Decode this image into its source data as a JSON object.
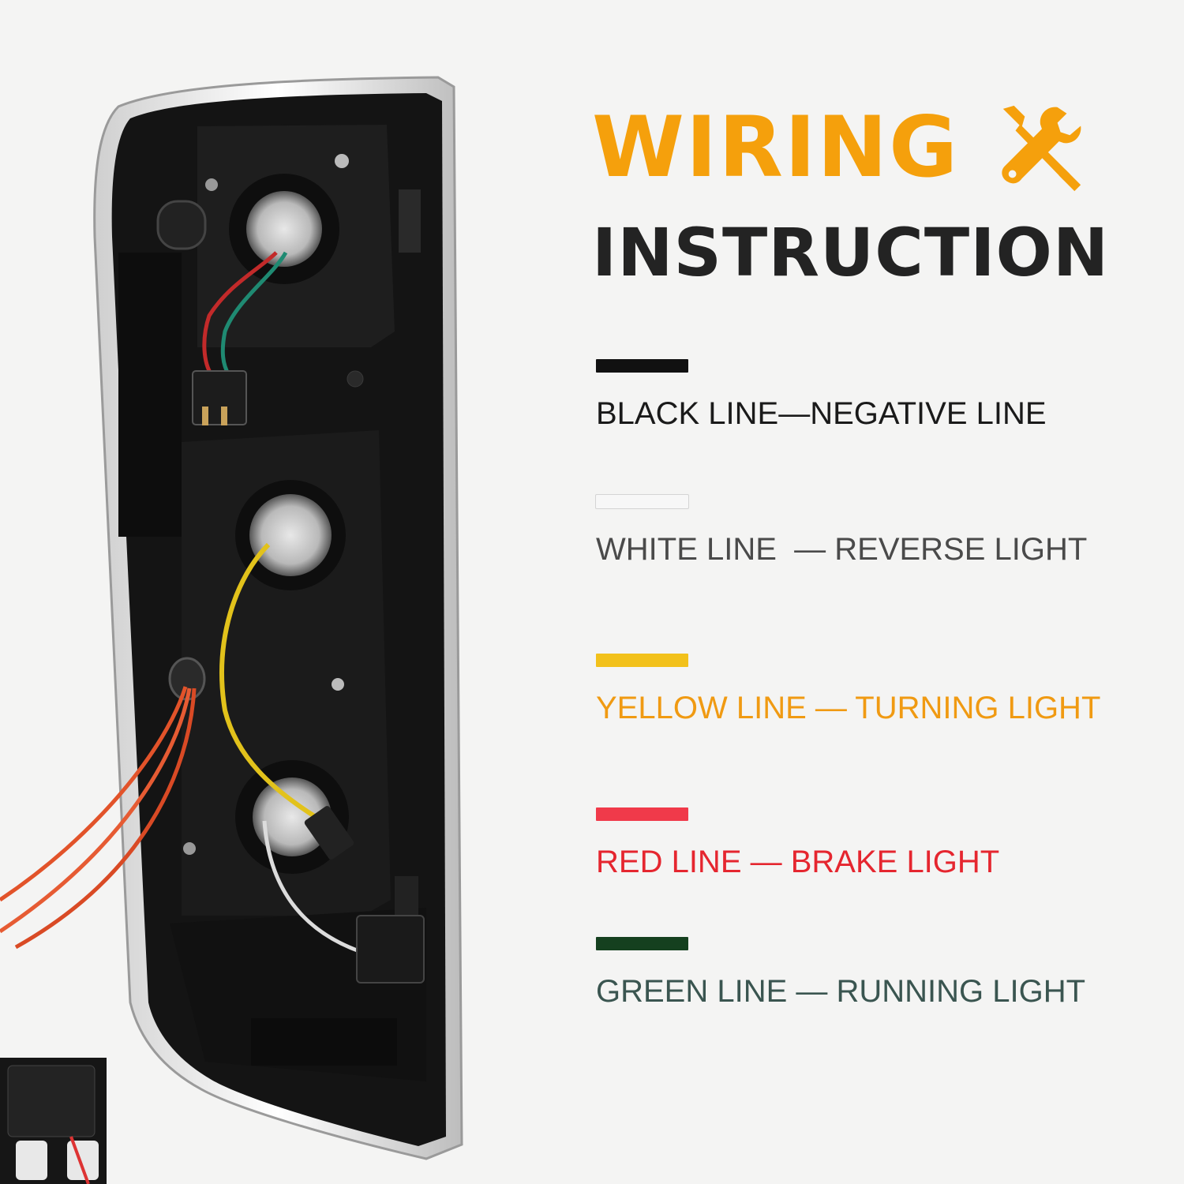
{
  "title": {
    "line1": "WIRING",
    "line2": "INSTRUCTION",
    "accent_color": "#f5a00c",
    "dark_color": "#232323",
    "icon": "screwdriver-wrench-icon"
  },
  "legend": [
    {
      "label": "BLACK LINE—NEGATIVE LINE",
      "swatch_color": "#111111",
      "text_color": "#1a1a1a"
    },
    {
      "label": "WHITE LINE  — REVERSE LIGHT",
      "swatch_color": "#f7f7f7",
      "text_color": "#4a4a4a"
    },
    {
      "label": "YELLOW LINE — TURNING LIGHT",
      "swatch_color": "#f2c11b",
      "text_color": "#f09a12"
    },
    {
      "label": "RED LINE — BRAKE LIGHT",
      "swatch_color": "#f03a4a",
      "text_color": "#e5262f"
    },
    {
      "label": "GREEN LINE — RUNNING LIGHT",
      "swatch_color": "#15401f",
      "text_color": "#3a5550"
    }
  ]
}
